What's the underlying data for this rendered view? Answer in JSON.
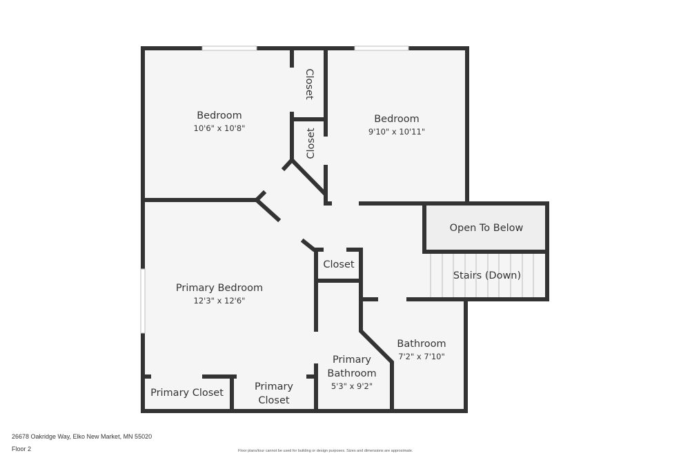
{
  "floor_plan": {
    "rooms": [
      {
        "name": "Bedroom",
        "dimensions": "10'6\" x 10'8\""
      },
      {
        "name": "Bedroom",
        "dimensions": "9'10\" x 10'11\""
      },
      {
        "name": "Closet"
      },
      {
        "name": "Closet"
      },
      {
        "name": "Open To Below"
      },
      {
        "name": "Closet"
      },
      {
        "name": "Stairs (Down)"
      },
      {
        "name": "Primary Bedroom",
        "dimensions": "12'3\" x 12'6\""
      },
      {
        "name": "Primary Bathroom",
        "dimensions": "5'3\" x 9'2\""
      },
      {
        "name": "Bathroom",
        "dimensions": "7'2\" x 7'10\""
      },
      {
        "name": "Primary Closet"
      },
      {
        "name": "Primary Closet"
      }
    ],
    "colors": {
      "wall": "#333333",
      "floor": "#f5f5f5",
      "open_to_below": "#eeeeee"
    }
  },
  "footer": {
    "address": "26678 Oakridge Way, Elko New Market, MN 55020",
    "floor": "Floor 2",
    "disclaimer": "Floor plans/tour cannot be used for building or design purposes. Sizes and dimensions are approximate."
  }
}
